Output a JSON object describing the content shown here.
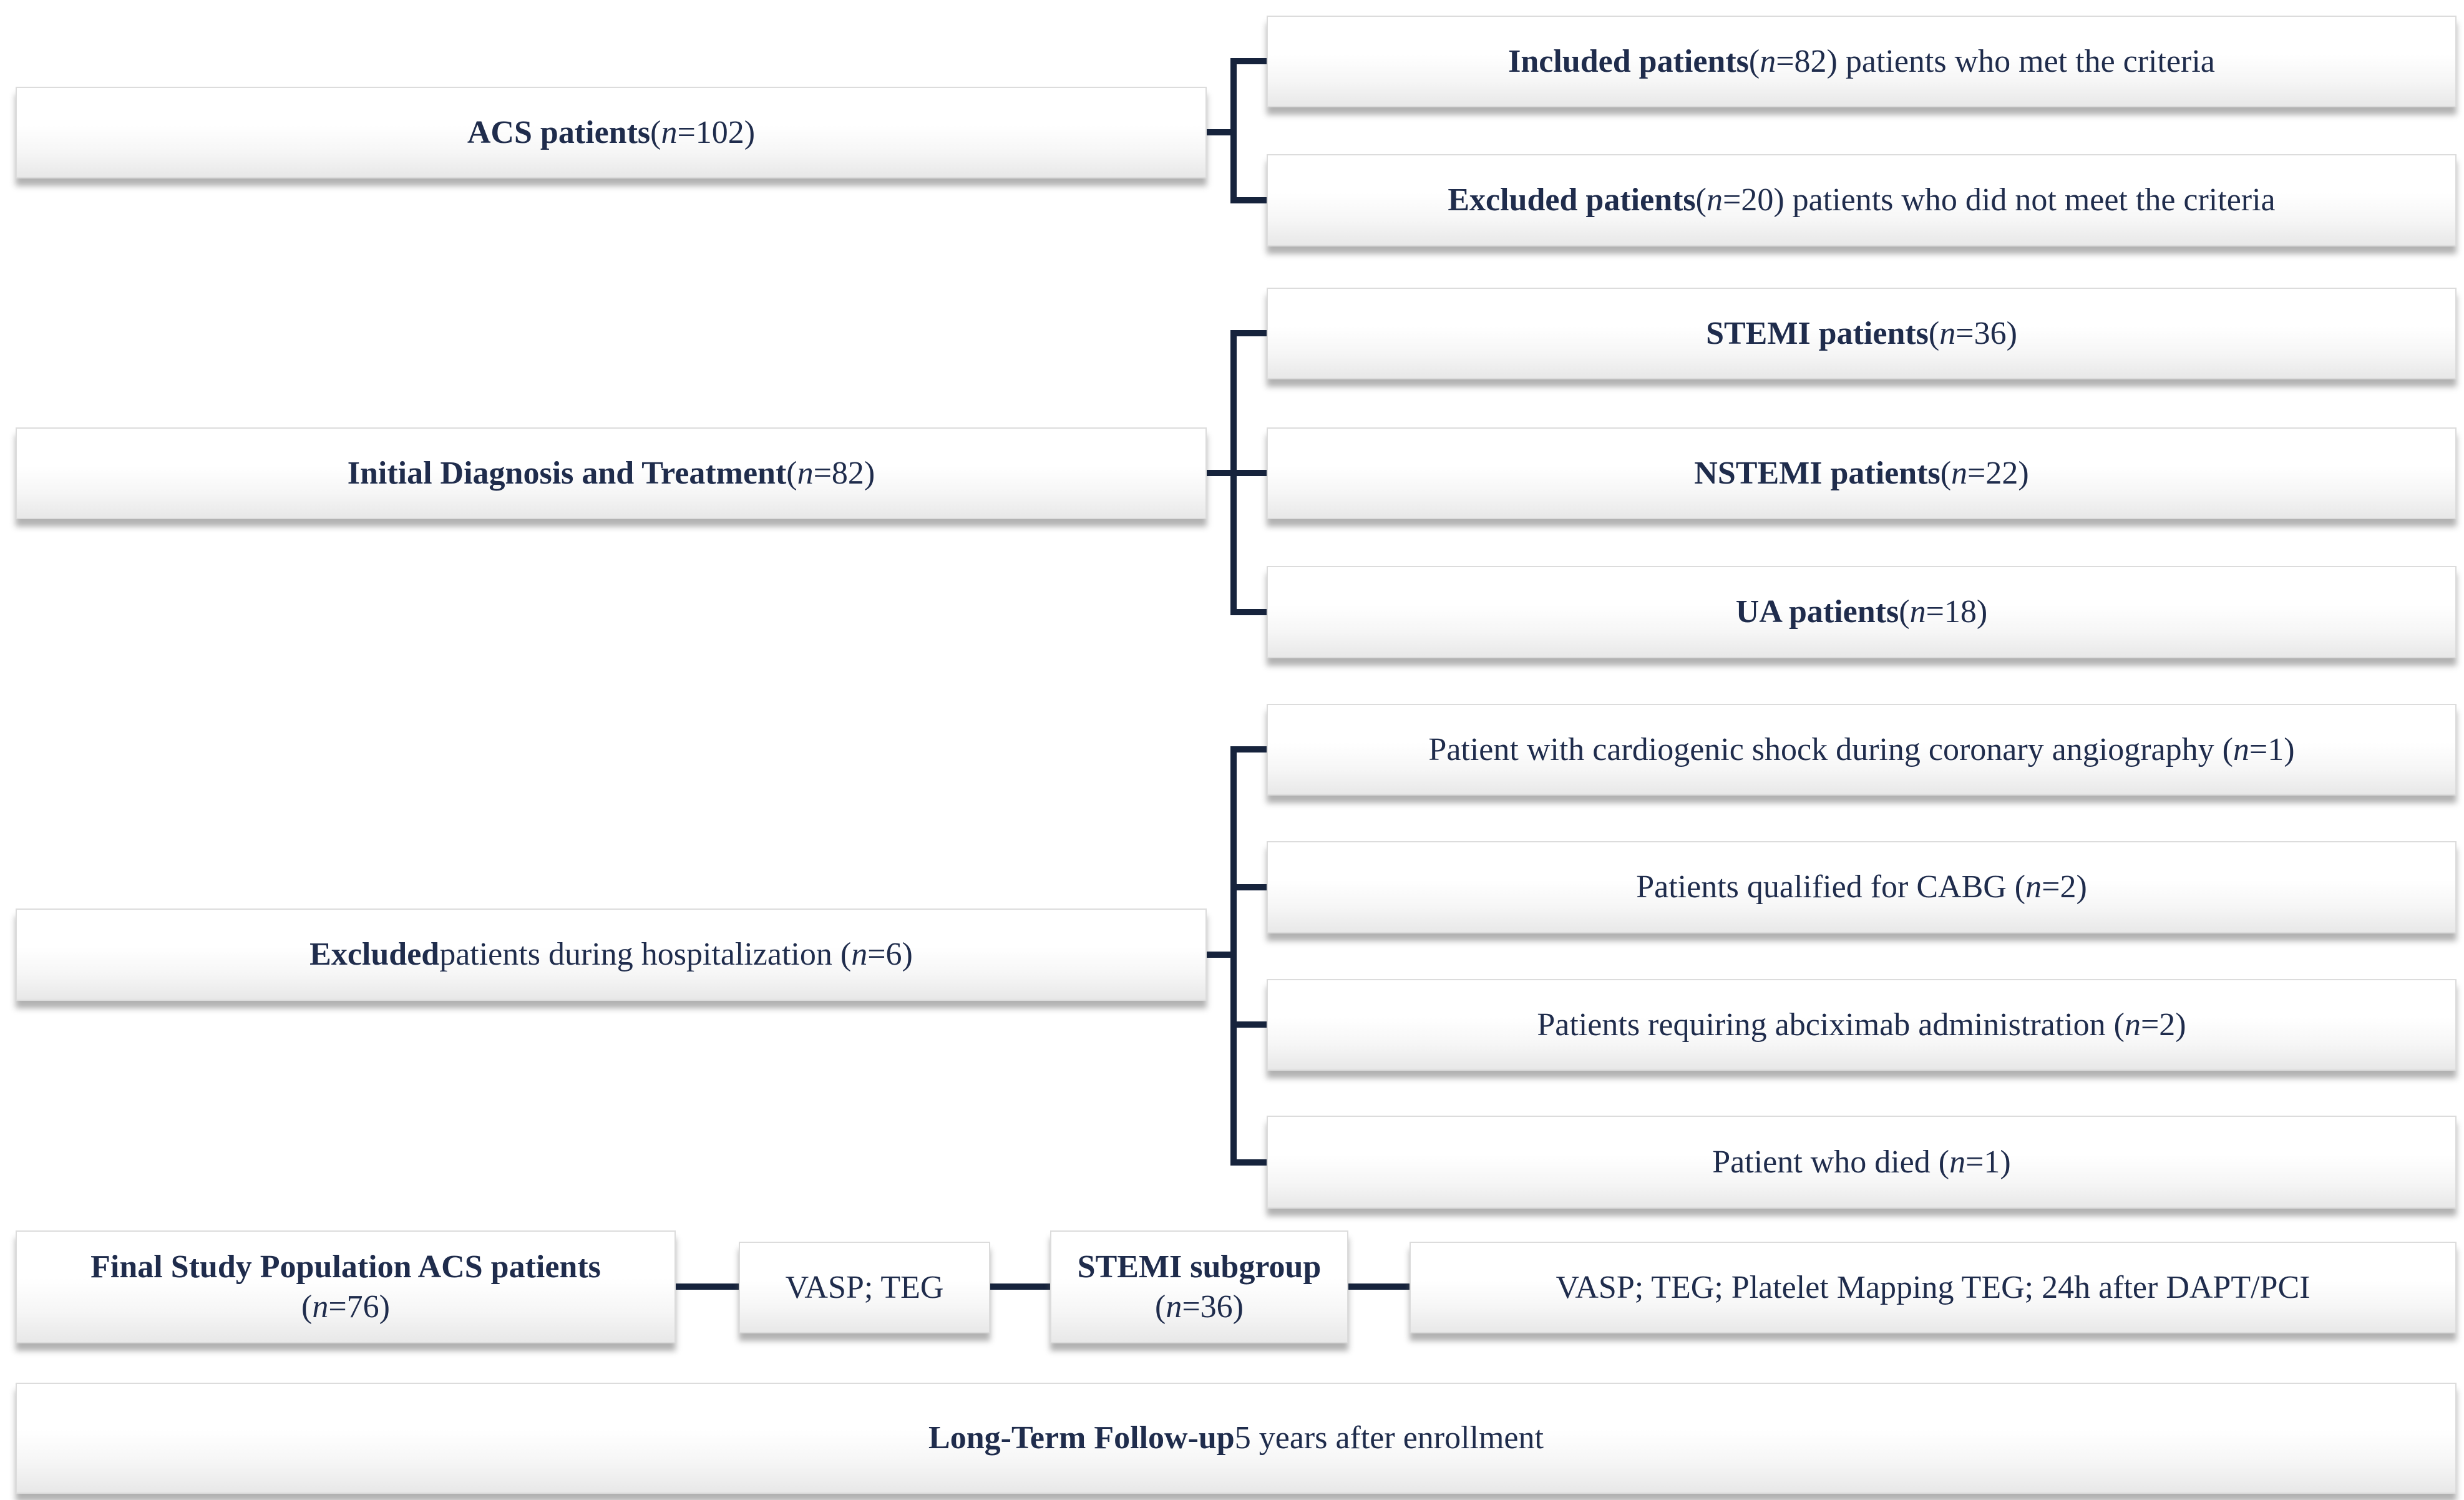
{
  "colors": {
    "line": "#16233c",
    "text": "#1f2c4c",
    "box_border": "#dcdcdc",
    "box_gradient_bottom": "#e8e8e8",
    "box_shadow": "rgba(95,95,95,0.48)"
  },
  "boxes": {
    "acs": {
      "segments": [
        {
          "t": "ACS patients ",
          "b": 1
        },
        {
          "t": "("
        },
        {
          "t": "n",
          "i": 1
        },
        {
          "t": "=102)"
        }
      ]
    },
    "included": {
      "segments": [
        {
          "t": "Included patients ",
          "b": 1
        },
        {
          "t": "("
        },
        {
          "t": "n",
          "i": 1
        },
        {
          "t": "=82) patients who met the criteria"
        }
      ]
    },
    "excluded20": {
      "segments": [
        {
          "t": "Excluded patients ",
          "b": 1
        },
        {
          "t": "("
        },
        {
          "t": "n",
          "i": 1
        },
        {
          "t": "=20) patients who did not meet the criteria"
        }
      ]
    },
    "stemi": {
      "segments": [
        {
          "t": "STEMI patients ",
          "b": 1
        },
        {
          "t": "("
        },
        {
          "t": "n",
          "i": 1
        },
        {
          "t": "=36)"
        }
      ]
    },
    "initial": {
      "segments": [
        {
          "t": "Initial Diagnosis and Treatment ",
          "b": 1
        },
        {
          "t": "("
        },
        {
          "t": "n",
          "i": 1
        },
        {
          "t": "=82)"
        }
      ]
    },
    "nstemi": {
      "segments": [
        {
          "t": "NSTEMI patients ",
          "b": 1
        },
        {
          "t": "("
        },
        {
          "t": "n",
          "i": 1
        },
        {
          "t": "=22)"
        }
      ]
    },
    "ua": {
      "segments": [
        {
          "t": "UA patients ",
          "b": 1
        },
        {
          "t": "("
        },
        {
          "t": "n",
          "i": 1
        },
        {
          "t": "=18)"
        }
      ]
    },
    "excluded6": {
      "segments": [
        {
          "t": "Excluded",
          "b": 1
        },
        {
          "t": " patients during hospitalization ("
        },
        {
          "t": "n",
          "i": 1
        },
        {
          "t": "=6)"
        }
      ]
    },
    "shock": {
      "segments": [
        {
          "t": "Patient with cardiogenic shock during coronary angiography ("
        },
        {
          "t": "n",
          "i": 1
        },
        {
          "t": "=1)"
        }
      ]
    },
    "cabg": {
      "segments": [
        {
          "t": "Patients qualified for CABG ("
        },
        {
          "t": "n",
          "i": 1
        },
        {
          "t": "=2)"
        }
      ]
    },
    "abciximab": {
      "segments": [
        {
          "t": "Patients requiring abciximab administration ("
        },
        {
          "t": "n",
          "i": 1
        },
        {
          "t": "=2)"
        }
      ]
    },
    "died": {
      "segments": [
        {
          "t": "Patient who died ("
        },
        {
          "t": "n",
          "i": 1
        },
        {
          "t": "=1)"
        }
      ]
    },
    "final_line1": {
      "segments": [
        {
          "t": "Final Study Population ACS patients",
          "b": 1
        }
      ]
    },
    "final_line2": {
      "segments": [
        {
          "t": "("
        },
        {
          "t": "n",
          "i": 1
        },
        {
          "t": "=76)"
        }
      ]
    },
    "vasp_teg": {
      "segments": [
        {
          "t": "VASP; TEG"
        }
      ]
    },
    "stemi_sub_line1": {
      "segments": [
        {
          "t": "STEMI subgroup",
          "b": 1
        }
      ]
    },
    "stemi_sub_line2": {
      "segments": [
        {
          "t": "("
        },
        {
          "t": "n",
          "i": 1
        },
        {
          "t": "=36)"
        }
      ]
    },
    "vasp_long": {
      "segments": [
        {
          "t": "VASP; TEG; Platelet Mapping TEG; 24h after DAPT/PCI"
        }
      ]
    },
    "longterm": {
      "segments": [
        {
          "t": "Long-Term Follow-up",
          "b": 1
        },
        {
          "t": " 5 years after enrollment"
        }
      ]
    }
  }
}
